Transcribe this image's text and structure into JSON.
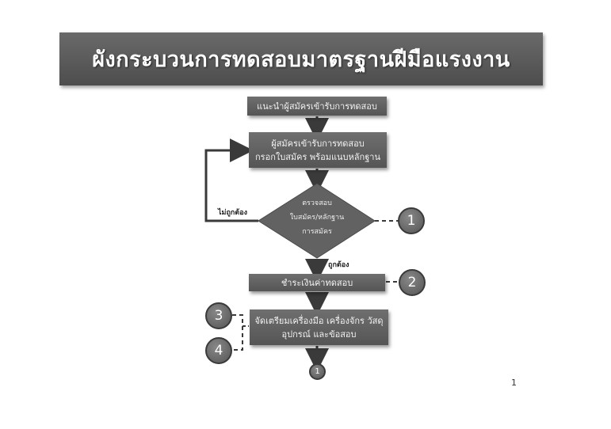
{
  "title": "ผังกระบวนการทดสอบมาตรฐานฝีมือแรงงาน",
  "steps": {
    "step1": "แนะนำผู้สมัครเข้ารับการทดสอบ",
    "step2_line1": "ผู้สมัครเข้ารับการทดสอบ",
    "step2_line2": "กรอกใบสมัคร พร้อมแนบหลักฐาน",
    "decision_line1": "ตรวจสอบ",
    "decision_line2": "ใบสมัคร/หลักฐาน",
    "decision_line3": "การสมัคร",
    "step3": "ชำระเงินค่าทดสอบ",
    "step4_line1": "จัดเตรียมเครื่องมือ เครื่องจักร วัสดุ",
    "step4_line2": "อุปกรณ์ และข้อสอบ"
  },
  "labels": {
    "incorrect": "ไม่ถูกต้อง",
    "correct": "ถูกต้อง"
  },
  "markers": {
    "m1": "1",
    "m2": "2",
    "m3": "3",
    "m4": "4",
    "connector": "1"
  },
  "page_number": "1"
}
